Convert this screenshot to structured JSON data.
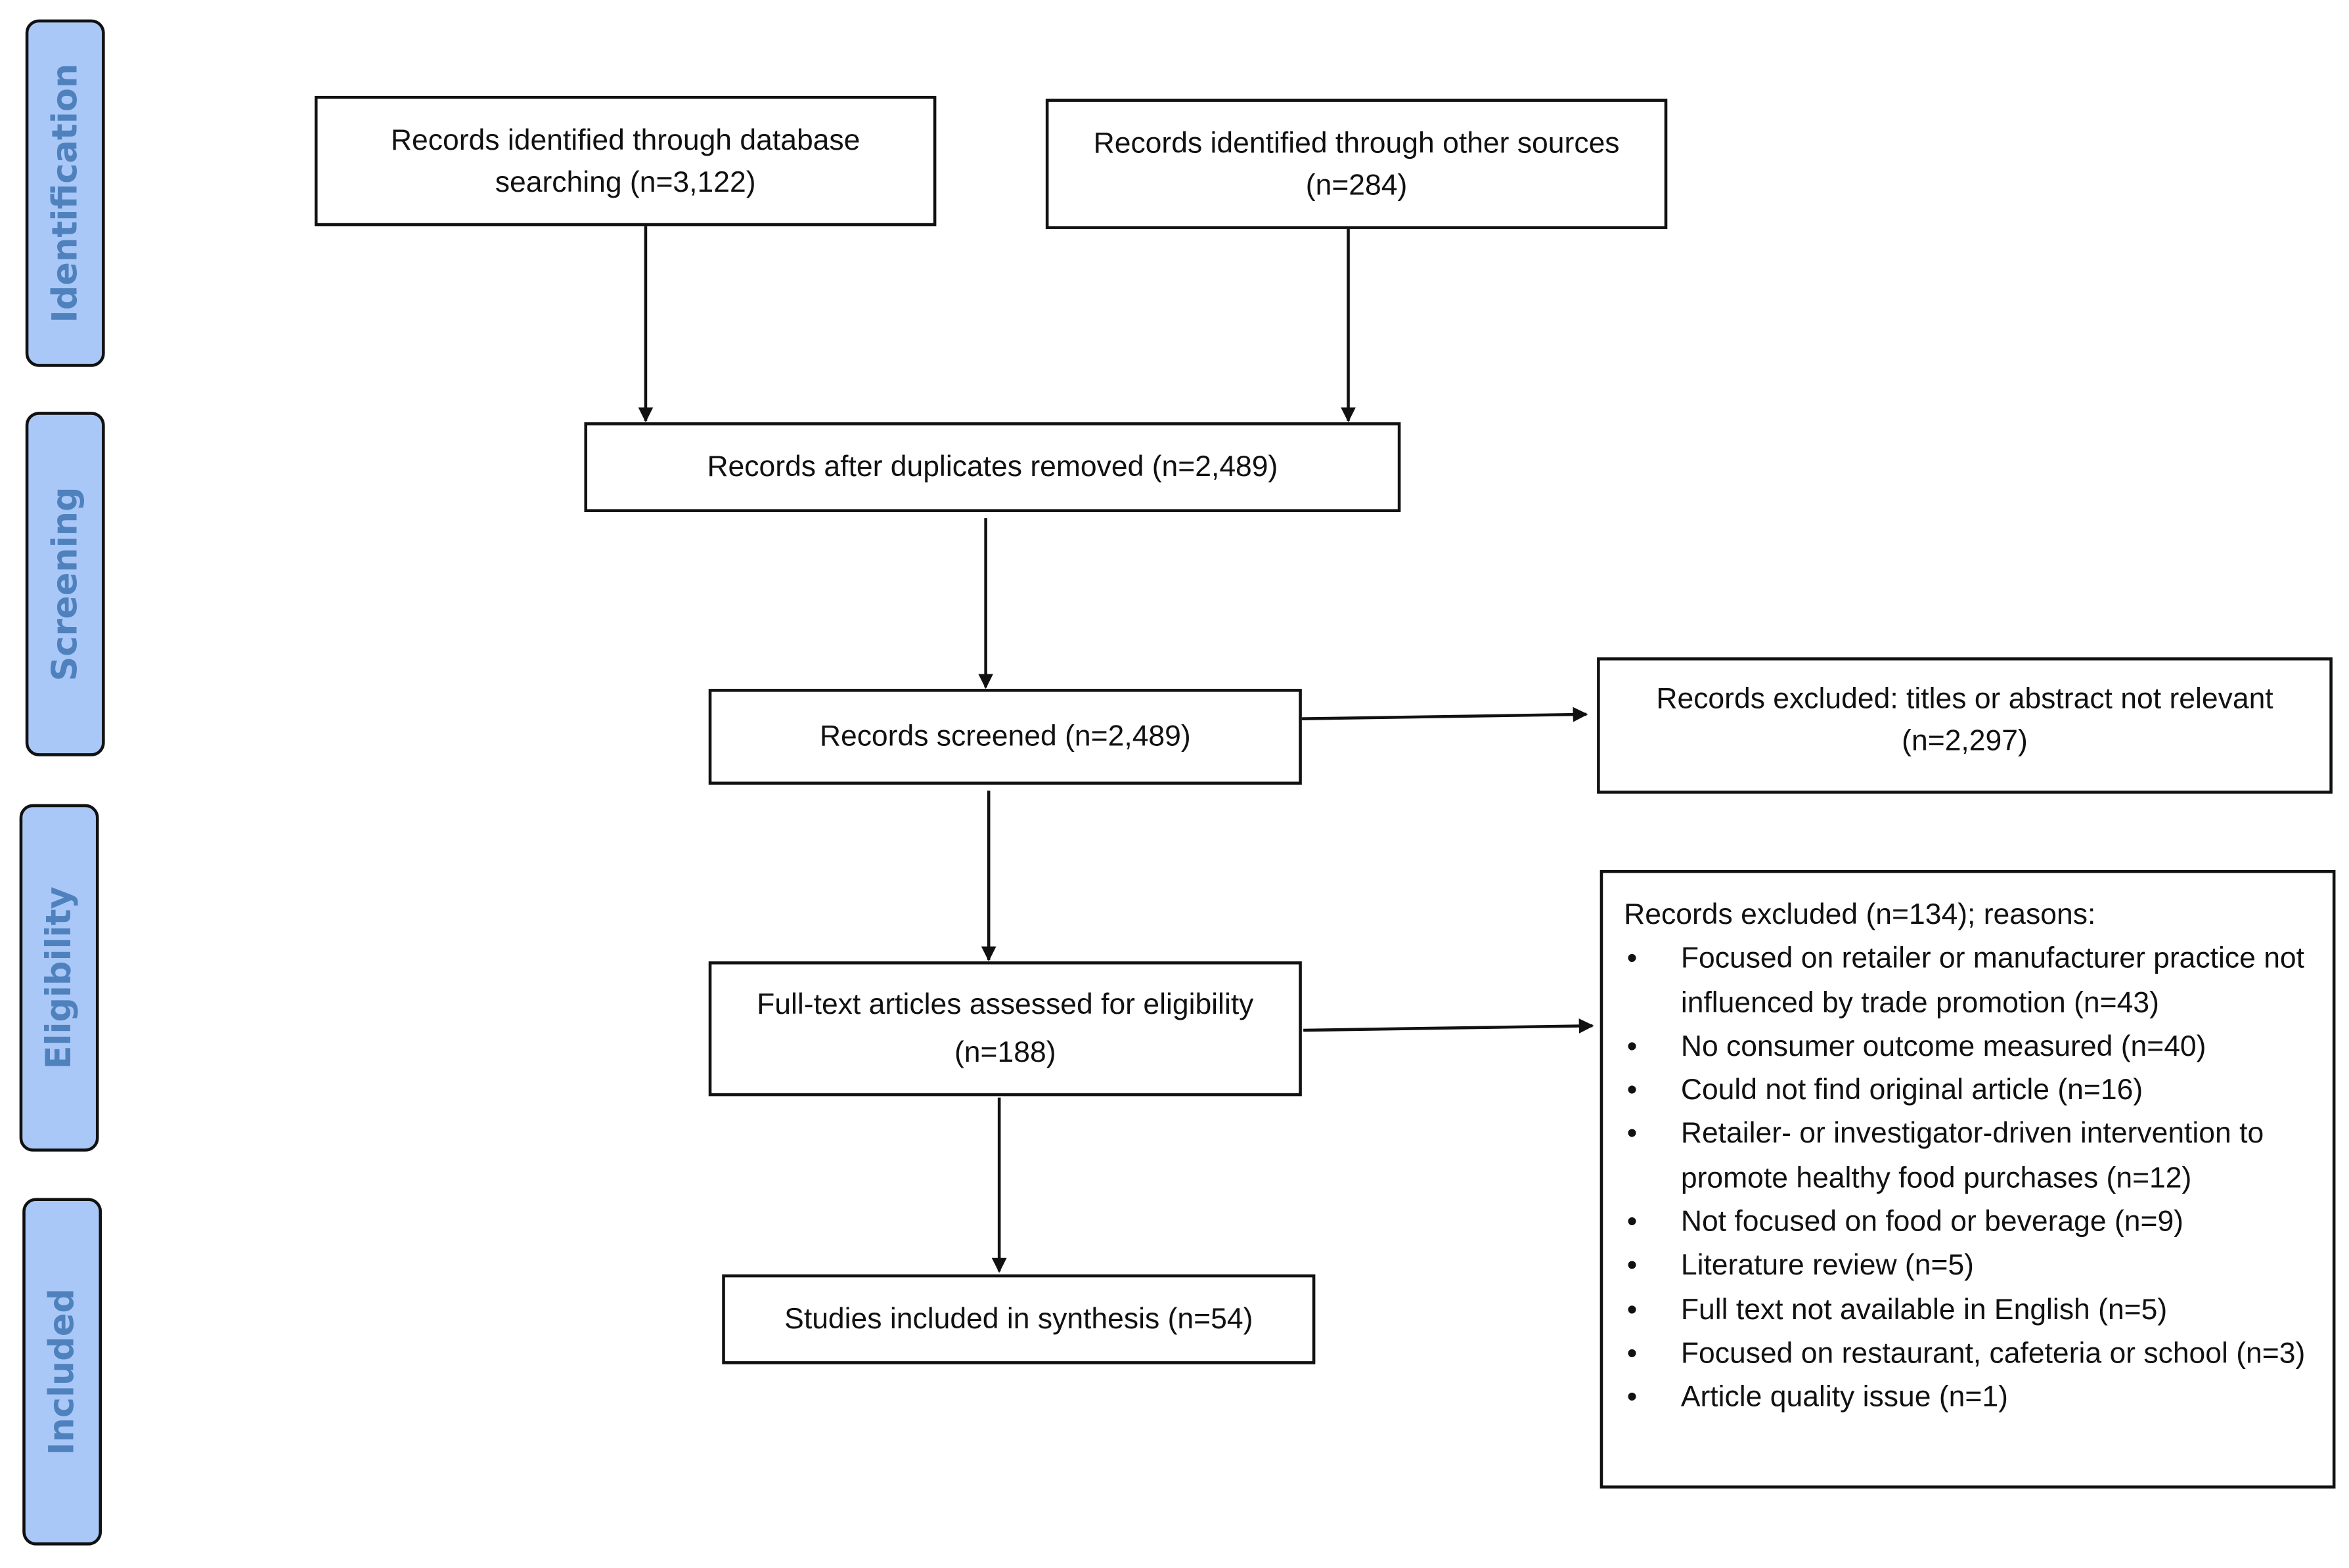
{
  "phases": [
    "Identification",
    "Screening",
    "Eligibility",
    "Included"
  ],
  "boxes": {
    "database": {
      "line1": "Records identified through database",
      "line2": "searching (n=3,122)"
    },
    "other": {
      "line1": "Records identified through other sources",
      "line2": "(n=284)"
    },
    "dedup": {
      "line1": "Records after duplicates removed (n=2,489)"
    },
    "screened": {
      "line1": "Records screened (n=2,489)"
    },
    "excluded_screen": {
      "line1": "Records excluded: titles or abstract not relevant",
      "line2": "(n=2,297)"
    },
    "fulltext": {
      "line1": "Full-text articles assessed for eligibility",
      "line2": "(n=188)"
    },
    "included": {
      "line1": "Studies included in synthesis (n=54)"
    },
    "excluded_fulltext": {
      "heading": "Records excluded (n=134); reasons:",
      "reasons": [
        "Focused on retailer or manufacturer practice not influenced by trade promotion (n=43)",
        "No consumer outcome measured (n=40)",
        "Could not find original article (n=16)",
        "Retailer- or investigator-driven intervention to promote healthy food purchases (n=12)",
        "Not focused on food or beverage (n=9)",
        "Literature review (n=5)",
        "Full text not available in English (n=5)",
        "Focused on restaurant, cafeteria or school (n=3)",
        "Article quality issue (n=1)"
      ]
    }
  },
  "colors": {
    "phase_fill": "#a9c8f7",
    "phase_text": "#4f81bd"
  }
}
